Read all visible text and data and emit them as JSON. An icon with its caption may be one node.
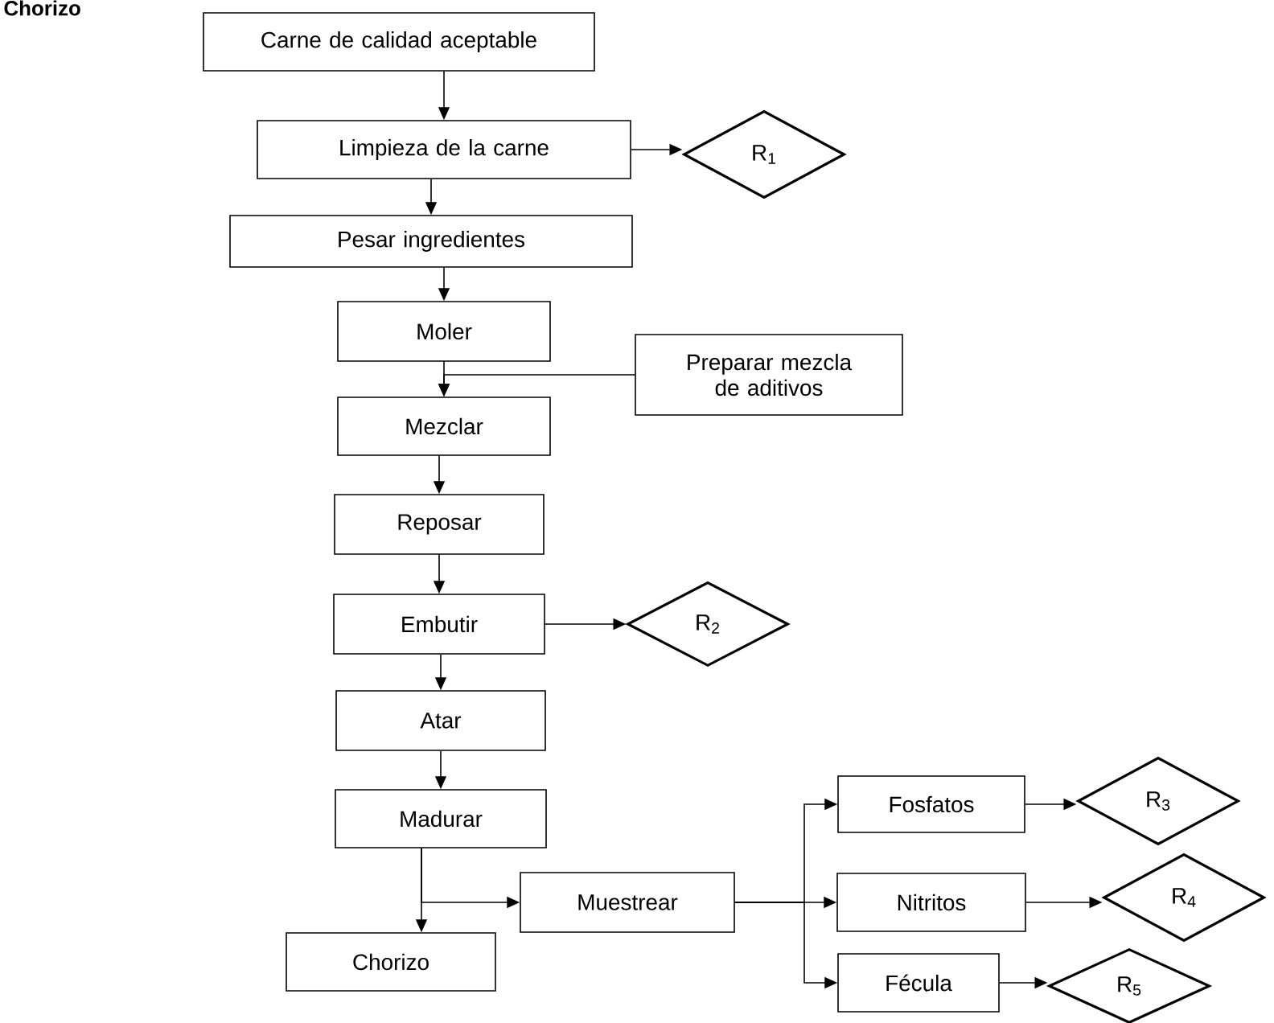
{
  "diagram": {
    "title": "Chorizo",
    "nodes": [
      {
        "text": [
          "Carne de calidad aceptable"
        ]
      },
      {
        "text": [
          "Limpieza de la carne"
        ]
      },
      {
        "text": [
          "R$_{1}$"
        ]
      },
      {
        "text": [
          "Pesar ingredientes"
        ]
      },
      {
        "text": [
          "Moler"
        ]
      },
      {
        "text": [
          "Preparar mezcla de aditivos"
        ]
      },
      {
        "text": [
          "Mezclar"
        ]
      },
      {
        "text": [
          "Reposar"
        ]
      },
      {
        "text": [
          "Embutir"
        ]
      },
      {
        "text": [
          "R$_{2}$"
        ]
      },
      {
        "text": [
          "Atar"
        ]
      },
      {
        "text": [
          "Madurar"
        ]
      },
      {
        "text": [
          "Chorizo"
        ]
      },
      {
        "text": [
          "Muestrear"
        ]
      },
      {
        "text": [
          "Fosfatos"
        ]
      },
      {
        "text": [
          "Nitritos"
        ]
      },
      {
        "text": [
          "Fécula"
        ]
      },
      {
        "text": [
          "R$_{3}$"
        ]
      },
      {
        "text": [
          "R$_{4}$"
        ]
      },
      {
        "text": [
          "R$_{5}$"
        ]
      }
    ],
    "edges": [
      {
        "from": 0,
        "to": 1,
        "arrow": "to"
      },
      {
        "from": 1,
        "to": 2,
        "arrow": "to"
      },
      {
        "from": 1,
        "to": 3,
        "arrow": "to"
      },
      {
        "from": 3,
        "to": 4,
        "arrow": "to"
      },
      {
        "from": 4,
        "to": 6,
        "arrow": "to"
      },
      {
        "from": 5,
        "to": 6,
        "arrow": "to"
      },
      {
        "from": 6,
        "to": 7,
        "arrow": "to"
      },
      {
        "from": 7,
        "to": 8,
        "arrow": "to"
      },
      {
        "from": 8,
        "to": 9,
        "arrow": "to"
      },
      {
        "from": 8,
        "to": 10,
        "arrow": "to"
      },
      {
        "from": 10,
        "to": 11,
        "arrow": "to"
      },
      {
        "from": 11,
        "to": 12,
        "arrow": "to"
      },
      {
        "from": 11,
        "to": 13,
        "arrow": "to"
      },
      {
        "from": 13,
        "to": 14,
        "arrow": "to"
      },
      {
        "from": 13,
        "to": 15,
        "arrow": "to"
      },
      {
        "from": 13,
        "to": 16,
        "arrow": "to"
      },
      {
        "from": 14,
        "to": 17,
        "arrow": "to"
      },
      {
        "from": 15,
        "to": 18,
        "arrow": "to"
      },
      {
        "from": 16,
        "to": 19,
        "arrow": "to"
      }
    ]
  }
}
